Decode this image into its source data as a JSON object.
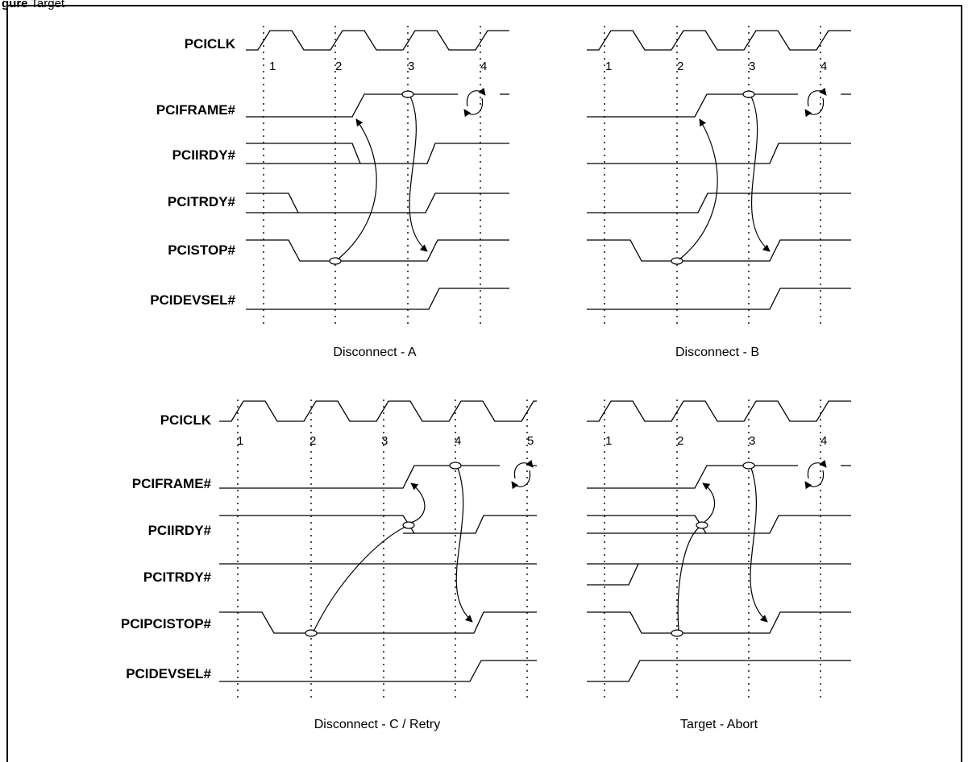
{
  "figure": {
    "caption_bold": "gure",
    "caption_text": "  Target"
  },
  "panels": [
    {
      "id": "disconnect-a",
      "caption": "Disconnect - A",
      "signals": [
        "PCICLK",
        "PCIFRAME#",
        "PCIIRDY#",
        "PCITRDY#",
        "PCISTOP#",
        "PCIDEVSEL#"
      ],
      "clock_labels": [
        "1",
        "2",
        "3",
        "4"
      ]
    },
    {
      "id": "disconnect-b",
      "caption": "Disconnect - B",
      "signals": [],
      "clock_labels": [
        "1",
        "2",
        "3",
        "4"
      ]
    },
    {
      "id": "disconnect-c",
      "caption": "Disconnect - C / Retry",
      "signals": [
        "PCICLK",
        "PCIFRAME#",
        "PCIIRDY#",
        "PCITRDY#",
        "PCIPCISTOP#",
        "PCIDEVSEL#"
      ],
      "clock_labels": [
        "1",
        "2",
        "3",
        "4",
        "5"
      ]
    },
    {
      "id": "target-abort",
      "caption": "Target - Abort",
      "signals": [],
      "clock_labels": [
        "1",
        "2",
        "3",
        "4"
      ]
    }
  ]
}
